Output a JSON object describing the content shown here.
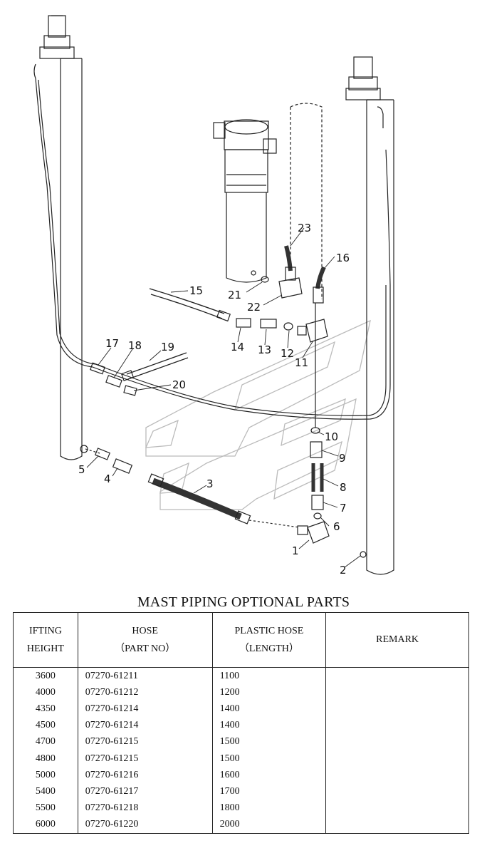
{
  "diagram": {
    "callouts": [
      "1",
      "2",
      "3",
      "4",
      "5",
      "6",
      "7",
      "8",
      "9",
      "10",
      "11",
      "12",
      "13",
      "14",
      "15",
      "16",
      "17",
      "18",
      "19",
      "20",
      "21",
      "22",
      "23"
    ]
  },
  "table": {
    "title": "MAST PIPING OPTIONAL PARTS",
    "headers": {
      "col1_line1": "IFTING",
      "col1_line2": "HEIGHT",
      "col2_line1": "HOSE",
      "col2_line2": "（PART NO）",
      "col3_line1": "PLASTIC HOSE",
      "col3_line2": "（LENGTH）",
      "col4": "REMARK"
    },
    "rows": [
      {
        "height": "3600",
        "hose": "07270-61211",
        "plastic": "1100",
        "remark": ""
      },
      {
        "height": "4000",
        "hose": "07270-61212",
        "plastic": "1200",
        "remark": ""
      },
      {
        "height": "4350",
        "hose": "07270-61214",
        "plastic": "1400",
        "remark": ""
      },
      {
        "height": "4500",
        "hose": "07270-61214",
        "plastic": "1400",
        "remark": ""
      },
      {
        "height": "4700",
        "hose": "07270-61215",
        "plastic": "1500",
        "remark": ""
      },
      {
        "height": "4800",
        "hose": "07270-61215",
        "plastic": "1500",
        "remark": ""
      },
      {
        "height": "5000",
        "hose": "07270-61216",
        "plastic": "1600",
        "remark": ""
      },
      {
        "height": "5400",
        "hose": "07270-61217",
        "plastic": "1700",
        "remark": ""
      },
      {
        "height": "5500",
        "hose": "07270-61218",
        "plastic": "1800",
        "remark": ""
      },
      {
        "height": "6000",
        "hose": "07270-61220",
        "plastic": "2000",
        "remark": ""
      }
    ]
  }
}
